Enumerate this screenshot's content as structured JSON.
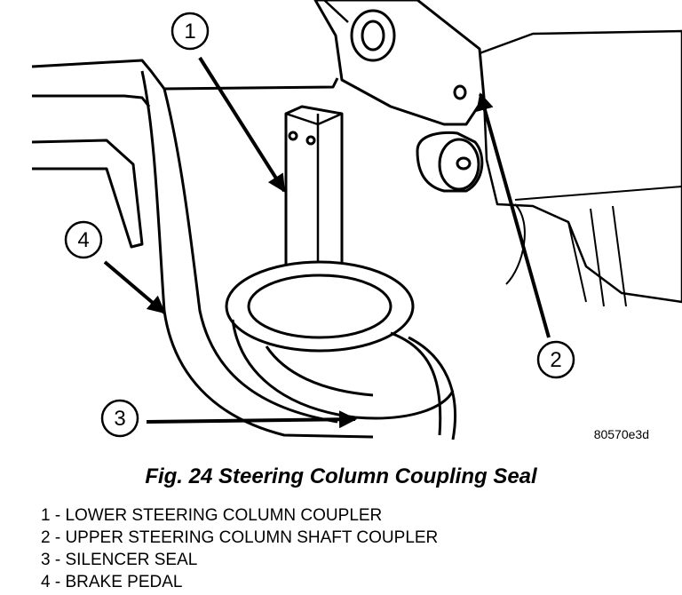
{
  "figure": {
    "code": "80570e3d",
    "callouts": [
      {
        "number": "1"
      },
      {
        "number": "2"
      },
      {
        "number": "3"
      },
      {
        "number": "4"
      }
    ]
  },
  "caption": "Fig. 24 Steering Column Coupling Seal",
  "legend": [
    {
      "text": "1 - LOWER STEERING COLUMN COUPLER"
    },
    {
      "text": "2 - UPPER STEERING COLUMN SHAFT COUPLER"
    },
    {
      "text": "3 - SILENCER SEAL"
    },
    {
      "text": "4 - BRAKE PEDAL"
    }
  ]
}
